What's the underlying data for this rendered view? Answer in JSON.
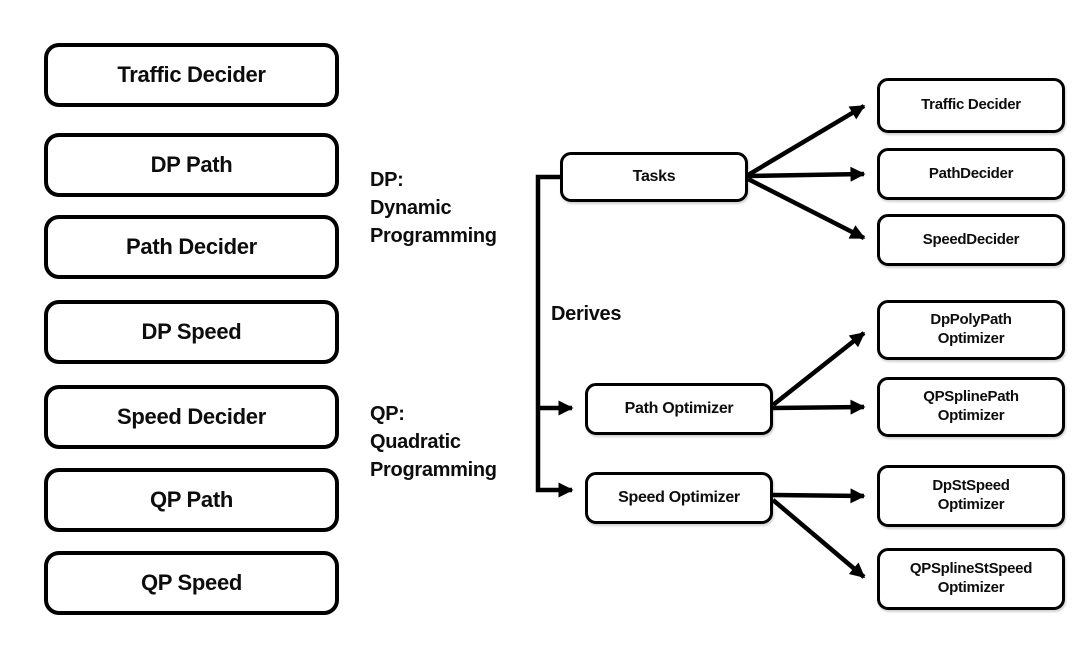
{
  "diagram": {
    "left_boxes": [
      "Traffic Decider",
      "DP Path",
      "Path Decider",
      "DP Speed",
      "Speed Decider",
      "QP Path",
      "QP Speed"
    ],
    "legend": {
      "dp": [
        "DP:",
        "Dynamic",
        "Programming"
      ],
      "qp": [
        "QP:",
        "Quadratic",
        "Programming"
      ]
    },
    "derives_label": "Derives",
    "tree": {
      "root": "Tasks",
      "task_children": [
        "Traffic Decider",
        "PathDecider",
        "SpeedDecider"
      ],
      "path_optimizer": "Path Optimizer",
      "path_children": [
        "DpPolyPath Optimizer",
        "QPSplinePath Optimizer"
      ],
      "speed_optimizer": "Speed Optimizer",
      "speed_children": [
        "DpStSpeed Optimizer",
        "QPSplineStSpeed Optimizer"
      ]
    },
    "colors": {
      "stroke": "#000000",
      "text": "#0d0d0d",
      "background": "#ffffff"
    }
  }
}
